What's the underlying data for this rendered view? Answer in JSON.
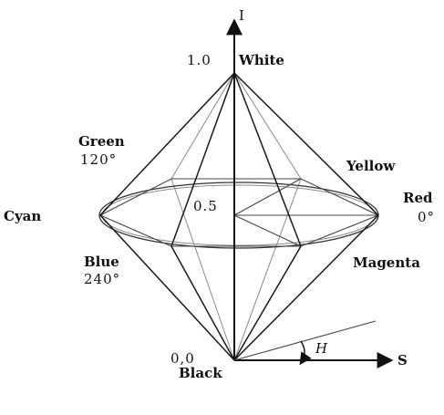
{
  "axes": {
    "vertical_label": "I",
    "horizontal_label": "S",
    "hue_label": "H"
  },
  "points": {
    "top_value": "1.0",
    "top_name": "White",
    "mid_value": "0.5",
    "bottom_value": "0,0",
    "bottom_name": "Black"
  },
  "hues": {
    "green_name": "Green",
    "green_deg": "120°",
    "yellow_name": "Yellow",
    "cyan_name": "Cyan",
    "red_name": "Red",
    "red_deg": "0°",
    "blue_name": "Blue",
    "blue_deg": "240°",
    "magenta_name": "Magenta"
  },
  "colors": {
    "line": "#1a1a1a",
    "background": "#ffffff"
  }
}
